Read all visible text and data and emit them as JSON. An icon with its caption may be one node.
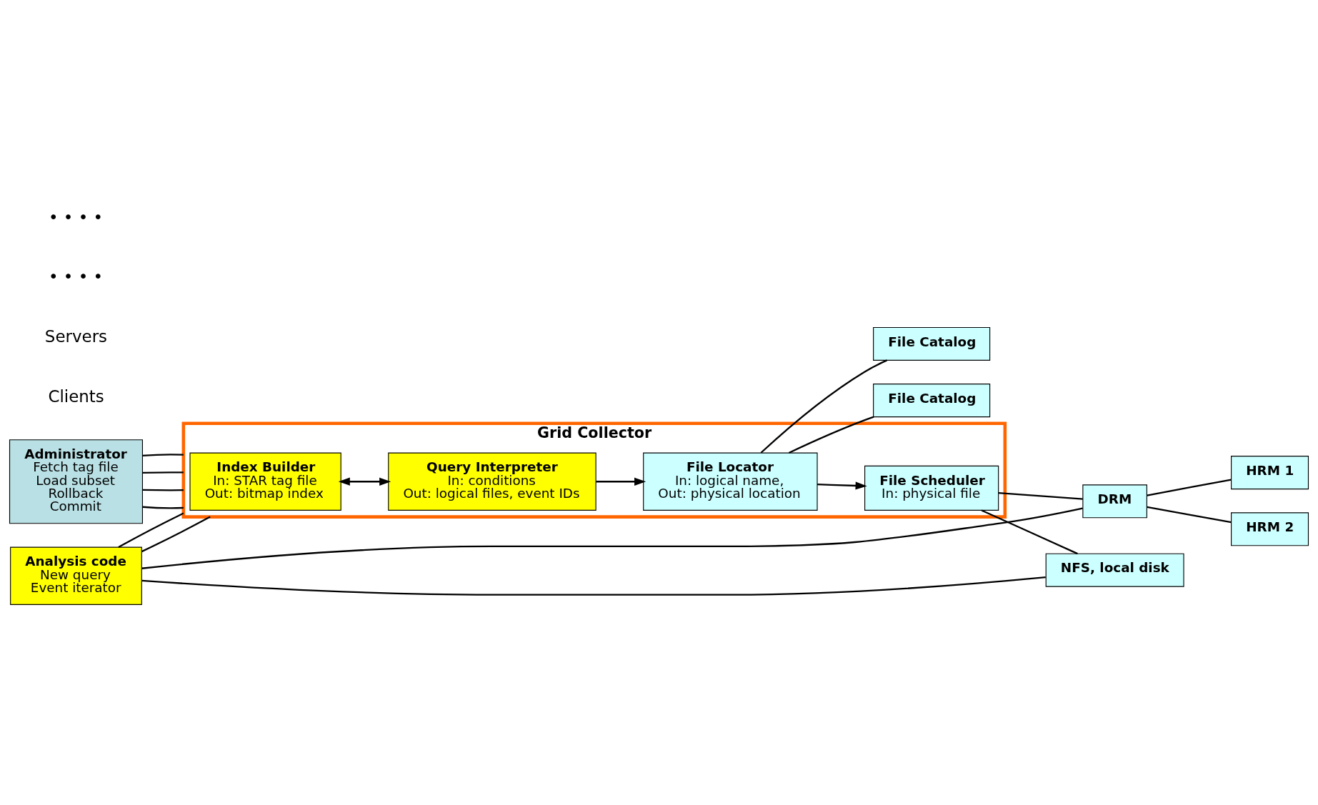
{
  "diagram": {
    "nodes": [
      {
        "text": [
          "Administrator",
          "Fetch tag file",
          "Load subset",
          "Rollback",
          "Commit"
        ]
      },
      {
        "text": [
          "Analysis code",
          "New query",
          "Event iterator"
        ]
      },
      {
        "text": [
          "Grid Collector"
        ]
      },
      {
        "text": [
          "Index Builder",
          "In: STAR tag file",
          "Out: bitmap index"
        ],
        "in": 2
      },
      {
        "text": [
          "Query Interpreter",
          "In: conditions",
          "Out: logical files, event IDs"
        ],
        "in": 2
      },
      {
        "text": [
          "File Locator",
          "In: logical name,",
          "Out: physical location"
        ],
        "in": 2
      },
      {
        "text": [
          "File Scheduler",
          "In: physical file"
        ],
        "in": 2
      },
      {
        "text": [
          "File Catalog"
        ]
      },
      {
        "text": [
          "File Catalog"
        ]
      },
      {
        "text": [
          "NFS, local disk"
        ]
      },
      {
        "text": [
          "DRM"
        ]
      },
      {
        "text": [
          "HRM 1"
        ]
      },
      {
        "text": [
          "HRM 2"
        ]
      }
    ],
    "edges": [
      {
        "from": 0,
        "to": 2,
        "arrow": "none"
      },
      {
        "from": 0,
        "to": 2,
        "arrow": "none"
      },
      {
        "from": 0,
        "to": 2,
        "arrow": "none"
      },
      {
        "from": 0,
        "to": 2,
        "arrow": "none"
      },
      {
        "from": 1,
        "to": 2,
        "arrow": "none"
      },
      {
        "from": 1,
        "to": 2,
        "arrow": "none"
      },
      {
        "from": 3,
        "to": 4,
        "arrow": "both"
      },
      {
        "from": 4,
        "to": 5,
        "arrow": "to"
      },
      {
        "from": 5,
        "to": 6,
        "arrow": "to"
      },
      {
        "from": 5,
        "to": 7,
        "arrow": "none"
      },
      {
        "from": 5,
        "to": 8,
        "arrow": "none"
      },
      {
        "from": 6,
        "to": 9,
        "arrow": "none"
      },
      {
        "from": 6,
        "to": 10,
        "arrow": "none"
      },
      {
        "from": 1,
        "to": 10,
        "arrow": "none"
      },
      {
        "from": 1,
        "to": 9,
        "arrow": "none"
      },
      {
        "from": 10,
        "to": 11,
        "arrow": "none"
      },
      {
        "from": 10,
        "to": 12,
        "arrow": "none"
      }
    ],
    "labels": [
      "Clients",
      "Servers",
      "• • • •",
      "• • • •"
    ]
  }
}
